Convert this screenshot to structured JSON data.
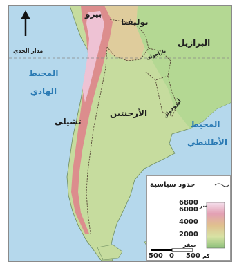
{
  "labels": {
    "peru": "بيرو",
    "bolivia": "بوليفيا",
    "brazil": "البرازيل",
    "paraguay": "باراجواي",
    "uruguay": "أوروجواي",
    "argentina": "الأرجنتين",
    "chile": "تشيلي",
    "tropic": "مدار الجدي",
    "pacific_line1": "المحيط",
    "pacific_line2": "الهادي",
    "atlantic_line1": "المحيط",
    "atlantic_line2": "الأطلنطي"
  },
  "legend": {
    "border_label": "حدود سياسية",
    "elevation_stops": [
      "6800",
      "6000",
      "4000",
      "2000",
      "صفر"
    ],
    "elevation_unit": "متر",
    "scale_values": [
      "500",
      "0",
      "500"
    ],
    "scale_unit": "كم"
  },
  "colors": {
    "ocean": "#b5d8ec",
    "lowland": "#a9d18f",
    "plain": "#c7dea0",
    "highland": "#dcc69a",
    "mountain": "#d98a8a",
    "peak": "#f0d0e0",
    "ocean_label": "#2a7ab4"
  },
  "icons": {
    "north": "north-arrow-icon"
  }
}
